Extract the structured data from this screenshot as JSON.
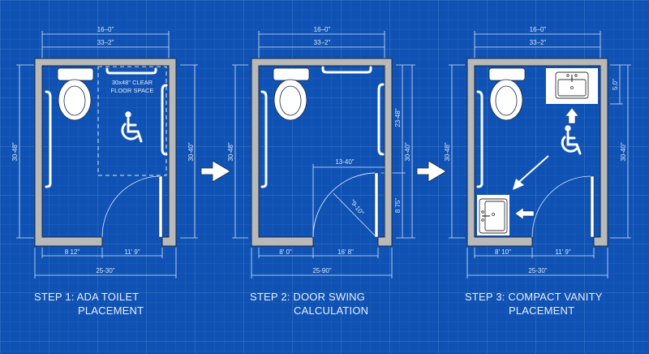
{
  "colors": {
    "background": "#0f52b4",
    "wall": "#b9b9b9",
    "wall_outline": "#1b2a44",
    "line": "#dbe6f5",
    "fixture": "#ffffff"
  },
  "panels": [
    {
      "step_label": "STEP 1: ADA TOILET",
      "step_label_line2": "PLACEMENT",
      "dims": {
        "top_outer": "16–0\"",
        "top_inner": "33–2\"",
        "left": "30-48\"",
        "right": "30-40\"",
        "bottom_left": "8 12\"",
        "bottom_right": "11' 9\"",
        "bottom_total": "25-30\""
      },
      "clear_space_label_1": "30x48\" CLEAR",
      "clear_space_label_2": "FLOOR SPACE",
      "icons": [
        "toilet-icon",
        "wheelchair-icon",
        "grab-bar-icon",
        "door-swing-icon"
      ]
    },
    {
      "step_label": "STEP 2: DOOR SWING",
      "step_label_line2": "CALCULATION",
      "dims": {
        "top_outer": "16–0\"",
        "top_inner": "33–2\"",
        "left": "30-48\"",
        "right_upper": "23-48\"",
        "right_lower": "8 75\"",
        "right": "30-40\"",
        "swing_width": "13-40\"",
        "swing_radius": "\"9-10\"",
        "bottom_left": "8' 0\"",
        "bottom_right": "16' 8\"",
        "bottom_total": "25-90\""
      },
      "icons": [
        "toilet-icon",
        "grab-bar-icon",
        "door-swing-icon"
      ]
    },
    {
      "step_label": "STEP 3: COMPACT VANITY",
      "step_label_line2": "PLACEMENT",
      "dims": {
        "top_outer": "16–0\"",
        "top_inner": "33–2\"",
        "left": "30-48\"",
        "right_upper": "5.0\"",
        "right": "30-40\"",
        "bottom_left": "8' 10\"",
        "bottom_right": "11' 9\"",
        "bottom_total": "25-30\""
      },
      "icons": [
        "toilet-icon",
        "sink-icon",
        "wheelchair-icon",
        "arrow-icon",
        "grab-bar-icon",
        "door-swing-icon"
      ]
    }
  ],
  "flow_arrows": [
    "step-1-to-2",
    "step-2-to-3"
  ]
}
